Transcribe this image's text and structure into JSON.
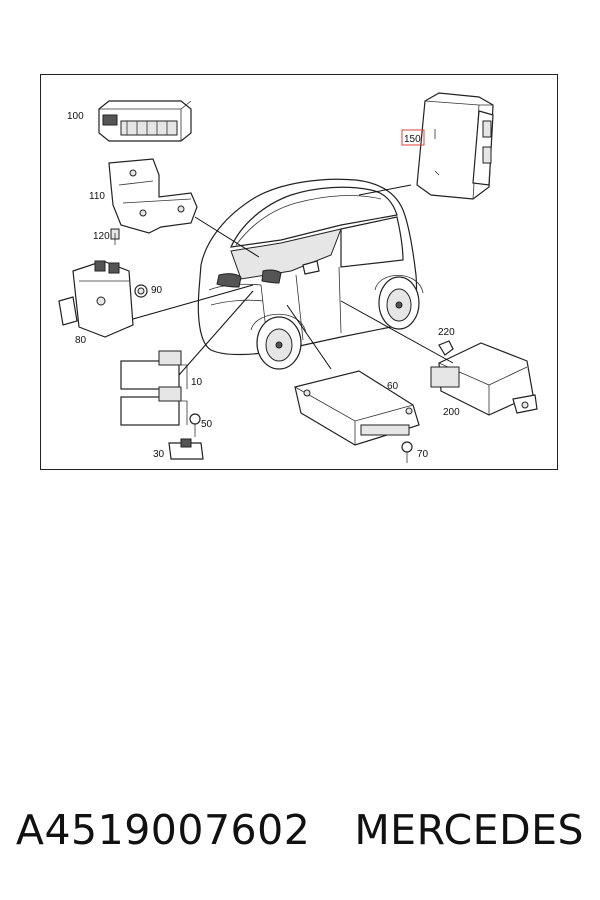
{
  "diagram": {
    "callouts": [
      {
        "id": "100",
        "text": "100"
      },
      {
        "id": "110",
        "text": "110"
      },
      {
        "id": "120",
        "text": "120"
      },
      {
        "id": "90",
        "text": "90"
      },
      {
        "id": "80",
        "text": "80"
      },
      {
        "id": "10",
        "text": "10"
      },
      {
        "id": "50",
        "text": "50"
      },
      {
        "id": "30",
        "text": "30"
      },
      {
        "id": "60",
        "text": "60"
      },
      {
        "id": "70",
        "text": "70"
      },
      {
        "id": "150",
        "text": "150",
        "highlighted": true
      },
      {
        "id": "220",
        "text": "220"
      },
      {
        "id": "200",
        "text": "200"
      }
    ],
    "highlight_color": "#e0403a",
    "line_color": "#222222"
  },
  "caption": {
    "part_number": "A4519007602",
    "brand": "MERCEDES"
  }
}
